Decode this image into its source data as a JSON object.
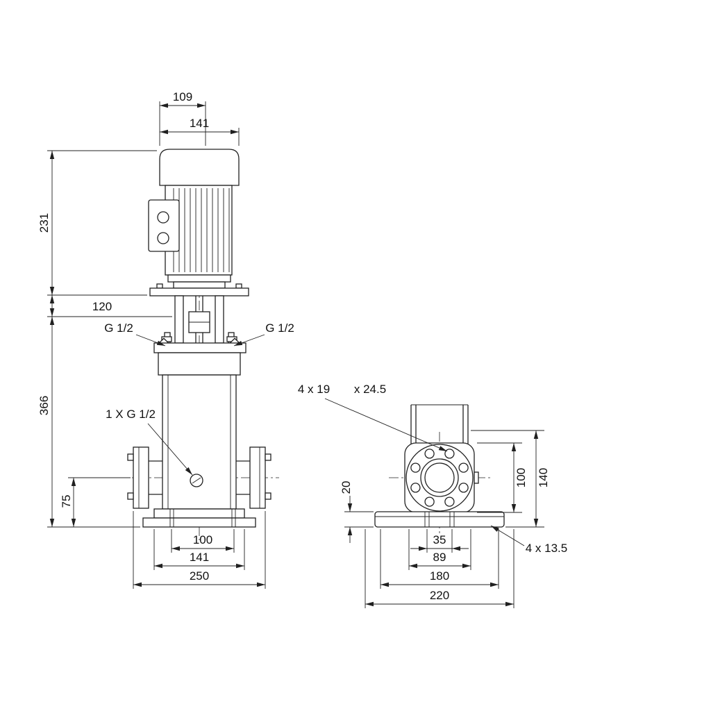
{
  "front_view": {
    "dim_motor_depth": "109",
    "dim_motor_width": "141",
    "dim_motor_height": "231",
    "dim_stool_height": "120",
    "dim_pump_height": "366",
    "label_port_left": "G 1/2",
    "label_port_right": "G 1/2",
    "label_drain": "1 X G 1/2",
    "dim_port_height": "75",
    "dim_base_hole_spacing": "100",
    "dim_base_width": "141",
    "dim_overall_width": "250"
  },
  "side_view": {
    "label_flange_holes": "4 x 19",
    "label_counterbore": "x 24.5",
    "dim_base_thickness": "20",
    "dim_flange_size": "100",
    "dim_port_center_height": "140",
    "dim_base_hole_spacing": "35",
    "dim_flange_bolt_spacing": "89",
    "dim_base_length": "180",
    "dim_overall_length": "220",
    "label_base_holes": "4 x 13.5"
  }
}
